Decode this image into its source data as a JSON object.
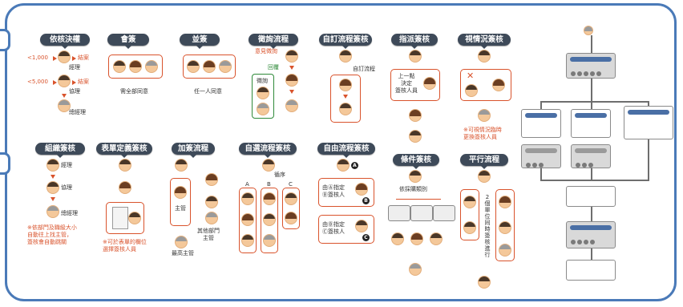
{
  "sections": {
    "authority": {
      "title": "依核決權",
      "lt1000": "<1,000",
      "lt5000": "<5,000",
      "done1": "結案",
      "done2": "結案",
      "manager": "經理",
      "director": "協理",
      "gm": "總經理"
    },
    "countersign": {
      "title": "會簽",
      "caption": "需全部同意"
    },
    "parallel_sign": {
      "title": "並簽",
      "caption": "任一人同意"
    },
    "consult": {
      "title": "徵詢流程",
      "opinion": "意見徵詢",
      "reply": "回覆",
      "consult_label": "徵詢"
    },
    "custom": {
      "title": "自訂流程簽核",
      "caption": "自訂流程"
    },
    "assign": {
      "title": "指派簽核",
      "caption": "上一點\n決定\n簽核人員"
    },
    "situational": {
      "title": "視情況簽核",
      "note": "※可視情況臨時\n更換簽核人員"
    },
    "org": {
      "title": "組織簽核",
      "manager": "經理",
      "director": "協理",
      "gm": "總經理",
      "note": "※依部門及職級大小\n自動往上找主管，\n簽核會自動跳關"
    },
    "form_fixed": {
      "title": "表單定義簽核",
      "note": "※可於表單的欄位\n選擇簽核人員"
    },
    "add_sign": {
      "title": "加簽流程",
      "supervisor": "主管",
      "other_dept": "其他部門\n主管",
      "top": "最高主管"
    },
    "select_flow": {
      "title": "自選流程簽核",
      "sequence": "循序",
      "a": "A",
      "b": "B",
      "c": "C"
    },
    "free_flow": {
      "title": "自由流程簽核",
      "step1": "由Ⓐ指定\nⒷ簽核人",
      "step2": "由Ⓑ指定\nⒸ簽核人",
      "ba": "A",
      "bb": "B",
      "bc": "C"
    },
    "conditional": {
      "title": "條件簽核",
      "caption": "依採購類別"
    },
    "parallel_flow": {
      "title": "平行流程",
      "caption": "2\n個\n單\n位\n同\n時\n簽\n核\n進\n行"
    }
  },
  "colors": {
    "accent": "#d9532c",
    "pill": "#3e4a59",
    "frame": "#4a7ab8",
    "green": "#2f8a3a"
  }
}
